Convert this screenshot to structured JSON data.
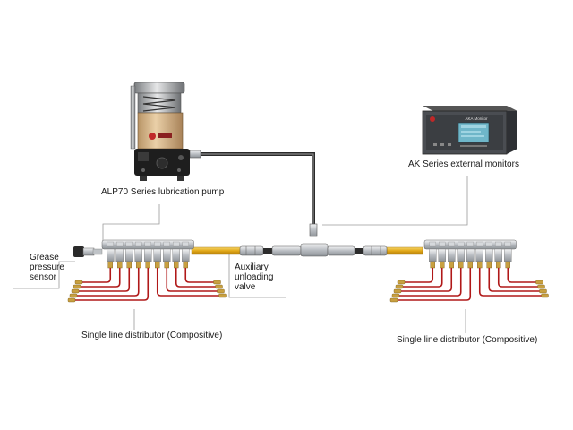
{
  "labels": {
    "pump": "ALP70 Series lubrication pump",
    "monitor": "AK Series external monitors",
    "sensor": "Grease\npressure\nsensor",
    "valve": "Auxiliary\nunloading\nvalve",
    "dist_left": "Single line distributor (Compositive)",
    "dist_right": "Single line distributor (Compositive)"
  },
  "monitor_screen": {
    "title": "AKA Monitor"
  },
  "colors": {
    "pipe": "#2a2a2a",
    "tube_yellow": "#e8b020",
    "tube_red": "#b01818",
    "brass": "#c8a040",
    "steel": "#c9ccd0",
    "reservoir": "#d9b990",
    "screen": "#6fb6c9",
    "leader": "#9a9a9a"
  }
}
